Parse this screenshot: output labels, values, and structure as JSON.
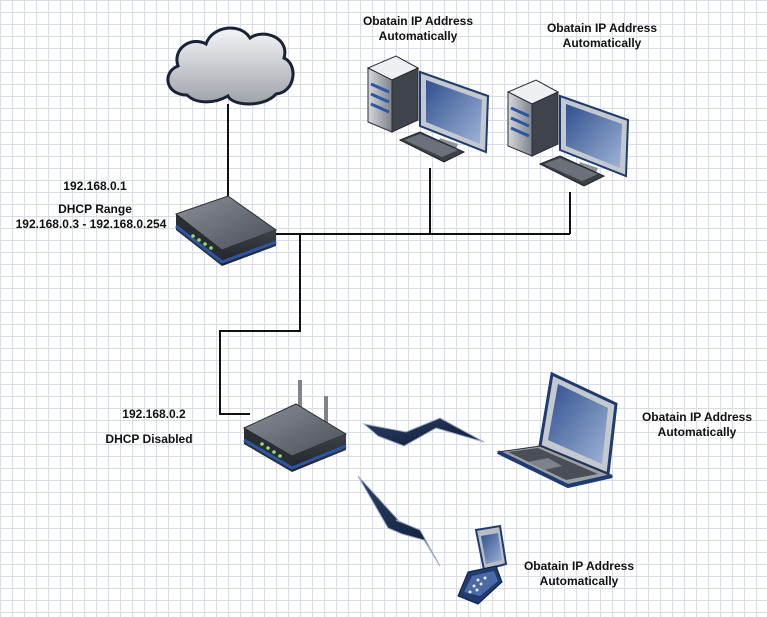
{
  "router_main": {
    "ip": "192.168.0.1",
    "dhcp_title": "DHCP Range",
    "dhcp_range": "192.168.0.3 - 192.168.0.254"
  },
  "router_wireless": {
    "ip": "192.168.0.2",
    "dhcp": "DHCP Disabled"
  },
  "clients": {
    "desktop1": {
      "line1": "Obatain IP Address",
      "line2": "Automatically"
    },
    "desktop2": {
      "line1": "Obatain IP Address",
      "line2": "Automatically"
    },
    "laptop": {
      "line1": "Obatain IP Address",
      "line2": "Automatically"
    },
    "phone": {
      "line1": "Obatain IP Address",
      "line2": "Automatically"
    }
  },
  "colors": {
    "accent": "#1f3b70",
    "device_body": "#5a5f68",
    "line": "#111111"
  },
  "icons": [
    "cloud-icon",
    "router-icon",
    "wireless-router-icon",
    "desktop-computer-icon",
    "laptop-icon",
    "mobile-phone-icon",
    "wireless-link-icon"
  ]
}
